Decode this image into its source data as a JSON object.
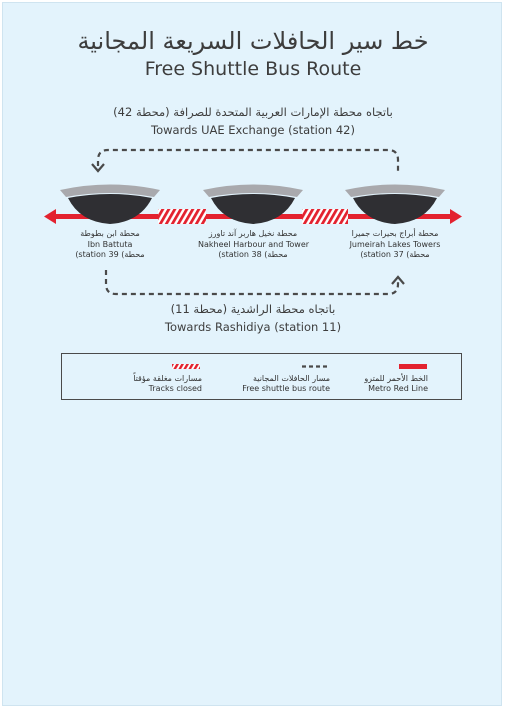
{
  "title": {
    "arabic": "خط سير الحافلات السريعة المجانية",
    "english": "Free Shuttle Bus Route"
  },
  "directions": {
    "top": {
      "arabic": "باتجاه محطة الإمارات العربية المتحدة للصرافة (محطة 42)",
      "english": "Towards UAE Exchange (station 42)"
    },
    "bottom": {
      "arabic": "باتجاه محطة الراشدية (محطة 11)",
      "english": "Towards Rashidiya (station 11)"
    }
  },
  "stations": [
    {
      "arabic": "محطة ابن بطوطة",
      "english": "Ibn Battuta",
      "number": "(station 39 (محطة"
    },
    {
      "arabic": "محطة نخيل هاربر آند تاورز",
      "english": "Nakheel Harbour and Tower",
      "number": "(station 38 (محطة"
    },
    {
      "arabic": "محطة أبراج بحيرات جميرا",
      "english": "Jumeirah Lakes Towers",
      "number": "(station 37 (محطة"
    }
  ],
  "legend": {
    "metro": {
      "arabic": "الخط الأحمر للمترو",
      "english": "Metro Red Line"
    },
    "shuttle": {
      "arabic": "مسار الحافلات المجانية",
      "english": "Free shuttle bus route"
    },
    "closed": {
      "arabic": "مسارات مغلقة مؤقتاً",
      "english": "Tracks closed"
    }
  },
  "colors": {
    "metro_red": "#e3222f",
    "dashed_route": "#4a4a4a",
    "background": "#e3f3fc",
    "station_dark": "#2f2f33",
    "station_light": "#a9a9ad"
  },
  "icons": [
    "station-canopy-icon",
    "arrow-left-icon",
    "arrow-right-icon",
    "arrow-down-icon",
    "arrow-up-icon"
  ]
}
